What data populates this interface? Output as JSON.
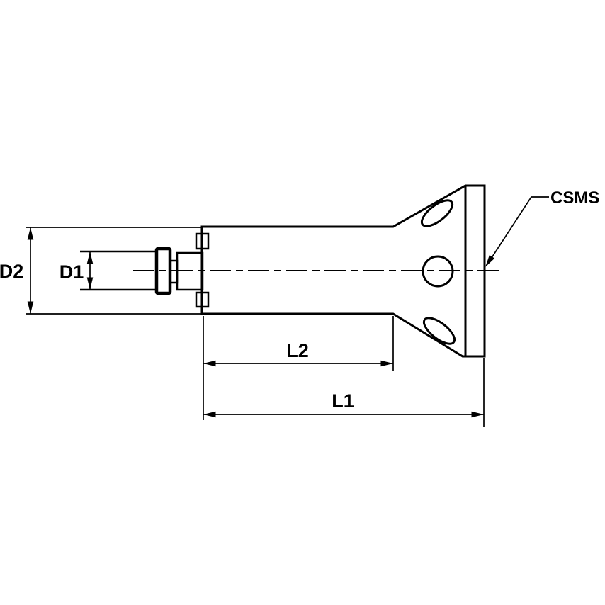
{
  "drawing": {
    "labels": {
      "d2": "D2",
      "d1": "D1",
      "l2": "L2",
      "l1": "L1",
      "csms": "CSMS"
    },
    "colors": {
      "body_fill": "#d4d4d4",
      "tab_fill": "#ffffff",
      "outline": "#000000",
      "background": "#ffffff"
    }
  }
}
